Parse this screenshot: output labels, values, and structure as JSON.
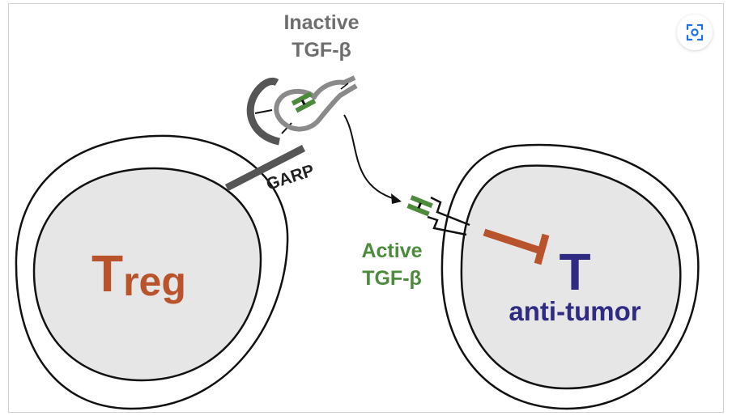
{
  "labels": {
    "inactive_line1": "Inactive",
    "inactive_line2": "TGF-β",
    "garp": "GARP",
    "active_line1": "Active",
    "active_line2": "TGF-β",
    "treg_letter": "T",
    "treg_sub": "reg",
    "t_letter": "T",
    "anti_tumor": "anti-tumor"
  },
  "colors": {
    "inactive_text": "#6e6e6e",
    "active_text": "#4c8a3c",
    "treg_text": "#b9532c",
    "t_text": "#2f2a82",
    "garp_text": "#222222",
    "nucleus_fill": "#e6e6e6",
    "garp_stroke": "#555555",
    "latent_stroke": "#8a8a8a",
    "tgf_green": "#4c8a3c",
    "inhibit_arrow": "#b9532c"
  },
  "icons": {
    "lens": "google-lens-icon"
  }
}
